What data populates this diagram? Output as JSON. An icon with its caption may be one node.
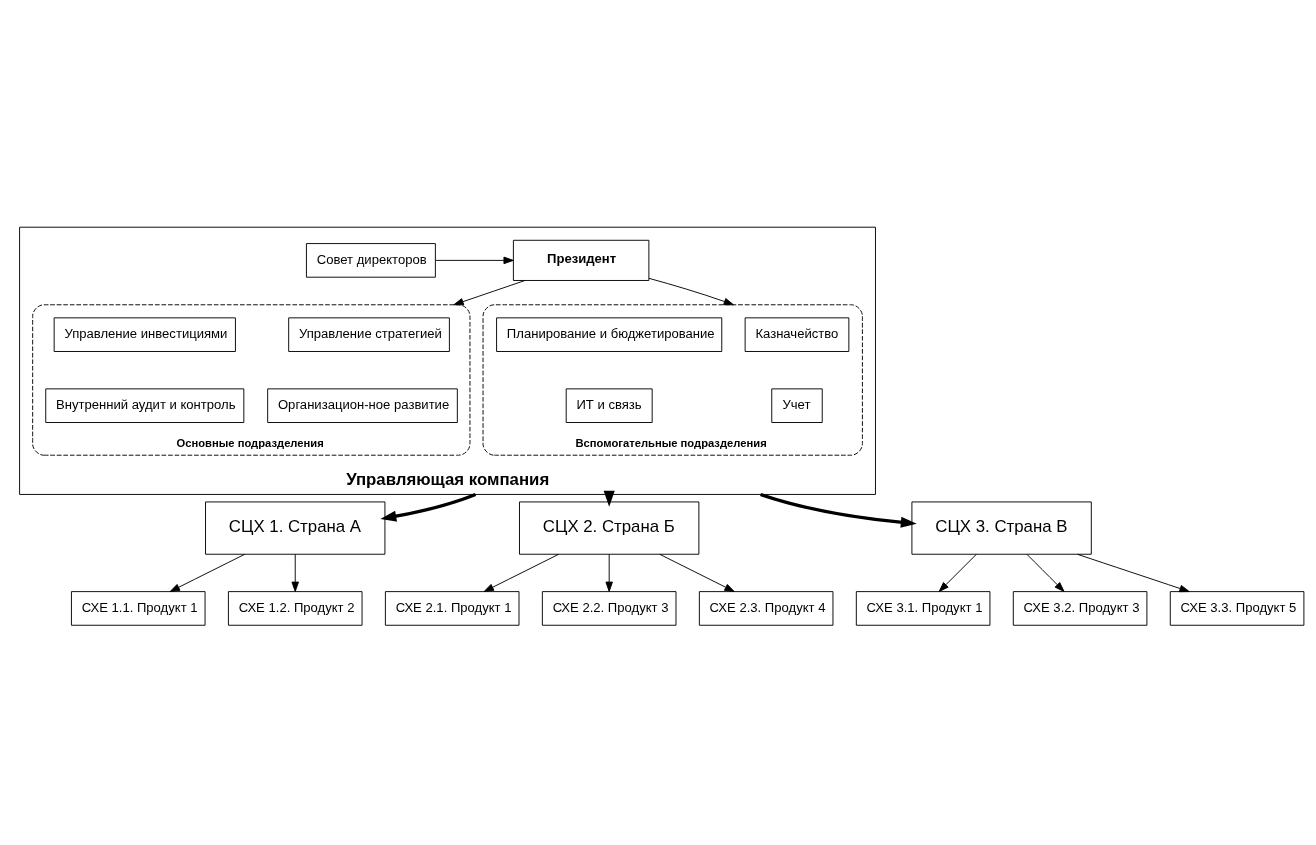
{
  "diagram": {
    "nodes": [
      {
        "text": [
          "Управляющая компания"
        ]
      },
      {
        "text": [
          "Президент"
        ],
        "in": 0
      },
      {
        "text": [
          "Совет директоров"
        ],
        "in": 0
      },
      {
        "text": [
          "Основные подразделения"
        ],
        "in": 0
      },
      {
        "text": [
          "Управление стратегией"
        ],
        "in": 3
      },
      {
        "text": [
          "Управление инвестициями"
        ],
        "in": 3
      },
      {
        "text": [
          "Организацион-ное развитие"
        ],
        "in": 3
      },
      {
        "text": [
          "Внутренний аудит и контроль"
        ],
        "in": 3
      },
      {
        "text": [
          "Вспомогательные подразделения"
        ],
        "in": 0
      },
      {
        "text": [
          "Казначейство"
        ],
        "in": 8
      },
      {
        "text": [
          "Планирование и бюджетирование"
        ],
        "in": 8
      },
      {
        "text": [
          "Учет"
        ],
        "in": 8
      },
      {
        "text": [
          "ИТ и связь"
        ],
        "in": 8
      },
      {
        "text": [
          "СЦХ 1. Страна А"
        ]
      },
      {
        "text": [
          "СЦХ 2. Страна Б"
        ]
      },
      {
        "text": [
          "СЦХ 3. Страна В"
        ]
      },
      {
        "text": [
          "СХЕ 1.1. Продукт 1"
        ]
      },
      {
        "text": [
          "СХЕ 1.2. Продукт 2"
        ]
      },
      {
        "text": [
          "СХЕ 2.1. Продукт 1"
        ]
      },
      {
        "text": [
          "СХЕ 2.2. Продукт 3"
        ]
      },
      {
        "text": [
          "СХЕ 2.3. Продукт 4"
        ]
      },
      {
        "text": [
          "СХЕ 3.1. Продукт 1"
        ]
      },
      {
        "text": [
          "СХЕ 3.2. Продукт 3"
        ]
      },
      {
        "text": [
          "СХЕ 3.3. Продукт 5"
        ]
      }
    ],
    "edges": [
      {
        "from": 2,
        "to": 1,
        "arrow": "to"
      },
      {
        "from": 1,
        "to": 3,
        "arrow": "to"
      },
      {
        "from": 1,
        "to": 8,
        "arrow": "to"
      },
      {
        "from": 0,
        "to": 13,
        "arrow": "to",
        "style": "thick"
      },
      {
        "from": 0,
        "to": 14,
        "arrow": "to",
        "style": "thick"
      },
      {
        "from": 0,
        "to": 15,
        "arrow": "to",
        "style": "thick"
      },
      {
        "from": 13,
        "to": 16,
        "arrow": "to"
      },
      {
        "from": 13,
        "to": 17,
        "arrow": "to"
      },
      {
        "from": 14,
        "to": 18,
        "arrow": "to"
      },
      {
        "from": 14,
        "to": 19,
        "arrow": "to"
      },
      {
        "from": 14,
        "to": 20,
        "arrow": "to"
      },
      {
        "from": 15,
        "to": 21,
        "arrow": "to"
      },
      {
        "from": 15,
        "to": 22,
        "arrow": "to"
      },
      {
        "from": 15,
        "to": 23,
        "arrow": "to"
      }
    ]
  }
}
